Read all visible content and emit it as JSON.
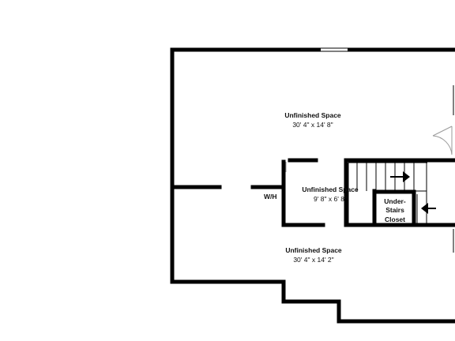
{
  "rooms": {
    "upper": {
      "name": "Unfinished Space",
      "dims": "30' 4\" x 14' 8\""
    },
    "middle": {
      "name": "Unfinished Space",
      "dims": "9' 8\" x 6' 8\""
    },
    "lower": {
      "name": "Unfinished Space",
      "dims": "30' 4\" x 14' 2\""
    },
    "closet": {
      "line1": "Under-",
      "line2": "Stairs",
      "line3": "Closet"
    }
  },
  "labels": {
    "water_heater": "W/H"
  },
  "colors": {
    "wall": "#000000",
    "background": "#ffffff",
    "window_gap": "#ffffff"
  },
  "icons": {
    "stair_up_arrow": "arrow-right-icon",
    "stair_down_arrow": "arrow-left-icon"
  }
}
